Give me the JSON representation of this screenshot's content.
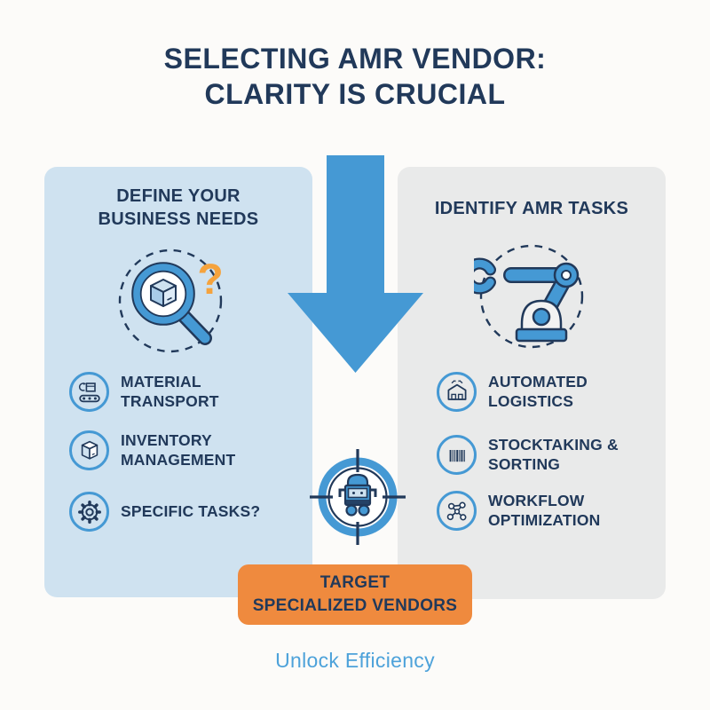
{
  "title": "SELECTING AMR VENDOR:\nCLARITY IS CRUCIAL",
  "left_panel": {
    "header": "DEFINE YOUR\nBUSINESS NEEDS",
    "feature_icon": "magnifier-box-question-icon",
    "items": [
      {
        "icon": "conveyor-transport-icon",
        "label": "MATERIAL\nTRANSPORT"
      },
      {
        "icon": "inventory-box-icon",
        "label": "INVENTORY\nMANAGEMENT"
      },
      {
        "icon": "gear-icon",
        "label": "SPECIFIC TASKS?"
      }
    ]
  },
  "right_panel": {
    "header": "IDENTIFY AMR TASKS",
    "feature_icon": "robot-arm-icon",
    "items": [
      {
        "icon": "warehouse-icon",
        "label": "AUTOMATED\nLOGISTICS"
      },
      {
        "icon": "barcode-icon",
        "label": "STOCKTAKING &\nSORTING"
      },
      {
        "icon": "network-icon",
        "label": "WORKFLOW\nOPTIMIZATION"
      }
    ]
  },
  "center": {
    "arrow_icon": "down-arrow-icon",
    "target_icon": "robot-crosshair-icon",
    "question_mark": "?",
    "cta_label": "TARGET\nSPECIALIZED VENDORS"
  },
  "footer": {
    "tagline": "Unlock Efficiency"
  },
  "colors": {
    "navy": "#21395a",
    "blue": "#4599d4",
    "panel_blue": "#cfe2f0",
    "panel_gray": "#e9eaea",
    "orange": "#ef8a3e",
    "question_orange": "#f5a33d",
    "tagline_blue": "#4da2da",
    "background": "#fcfbf9"
  }
}
